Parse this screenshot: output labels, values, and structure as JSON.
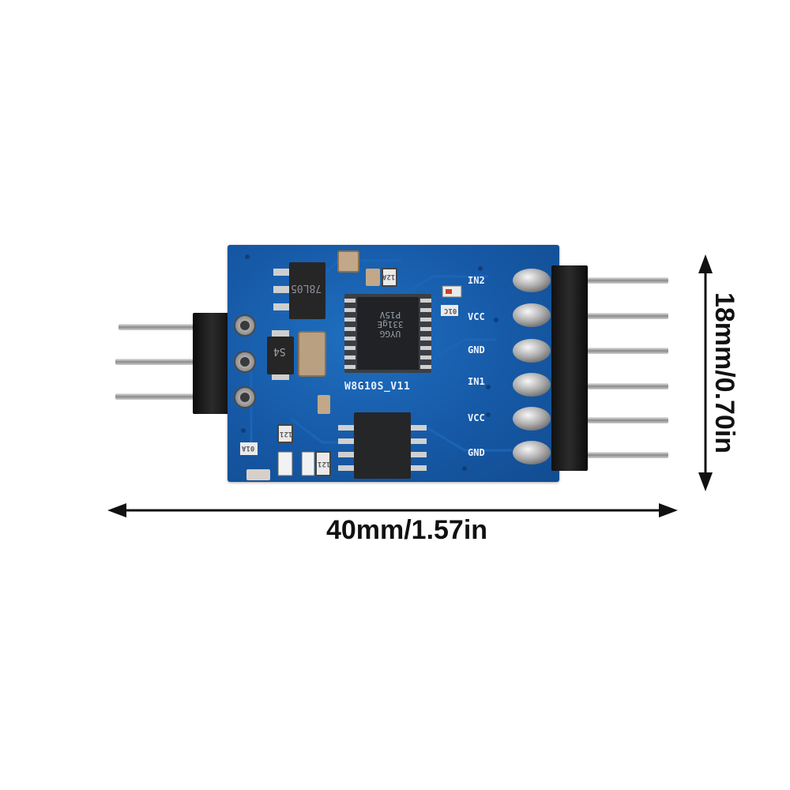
{
  "board": {
    "model_label": "W8G10S_V11",
    "regulator_label": "78L05",
    "diode_label": "S4",
    "ic_marking": [
      "P15V",
      "331gE",
      "UYGG"
    ],
    "small_labels": [
      "12A",
      "01C",
      "01A",
      "121",
      "121"
    ],
    "pin_labels": [
      "IN2",
      "VCC",
      "GND",
      "IN1",
      "VCC",
      "GND"
    ]
  },
  "dimensions": {
    "length": "40mm/1.57in",
    "width": "18mm/0.70in"
  },
  "colors": {
    "pcb": "#1659a6",
    "silkscreen": "#eef4ff",
    "header": "#1a1a1a",
    "pin_metal": "#b8b8b8",
    "dimension_text": "#111111"
  }
}
